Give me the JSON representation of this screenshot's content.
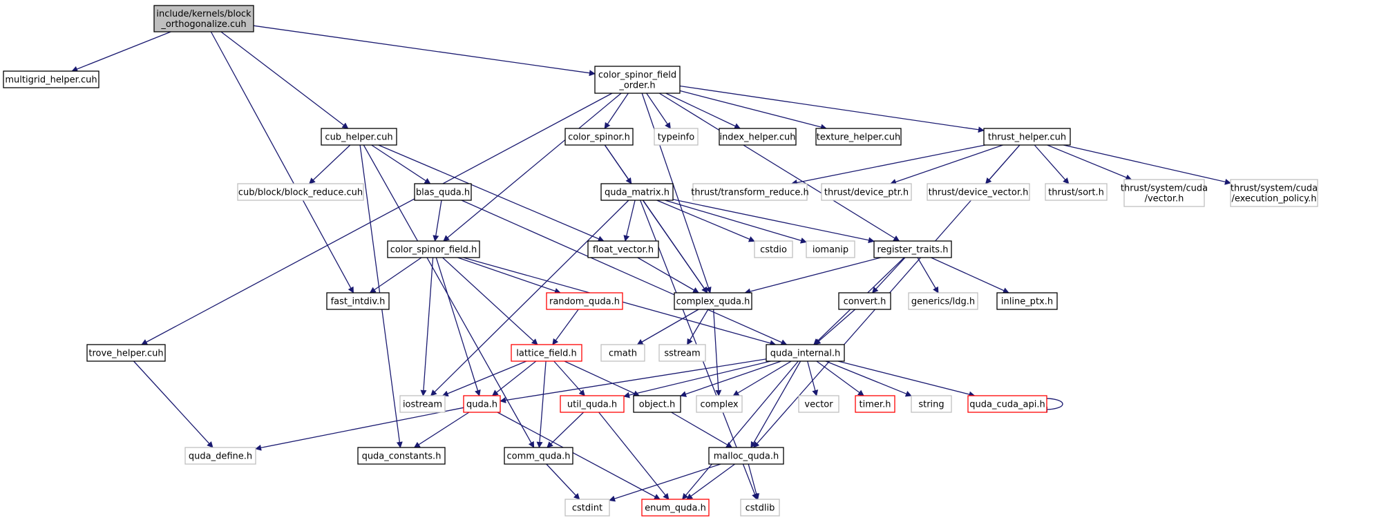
{
  "diagram": {
    "type": "include dependency graph",
    "colors": {
      "edge": "#191970",
      "documented_border": "#000000",
      "external_border": "#bfbfbf",
      "missing_border": "#ff0000",
      "root_fill": "#bfbfbf",
      "node_fill": "#ffffff"
    },
    "nodes": [
      {
        "id": "root",
        "lines": [
          "include/kernels/block",
          "_orthogonalize.cuh"
        ],
        "kind": "root"
      },
      {
        "id": "multigrid",
        "lines": [
          "multigrid_helper.cuh"
        ],
        "kind": "documented"
      },
      {
        "id": "csfo",
        "lines": [
          "color_spinor_field",
          "_order.h"
        ],
        "kind": "documented"
      },
      {
        "id": "cub_helper",
        "lines": [
          "cub_helper.cuh"
        ],
        "kind": "documented"
      },
      {
        "id": "color_spinor",
        "lines": [
          "color_spinor.h"
        ],
        "kind": "documented"
      },
      {
        "id": "typeinfo",
        "lines": [
          "typeinfo"
        ],
        "kind": "external"
      },
      {
        "id": "index_helper",
        "lines": [
          "index_helper.cuh"
        ],
        "kind": "documented"
      },
      {
        "id": "texture_helper",
        "lines": [
          "texture_helper.cuh"
        ],
        "kind": "documented"
      },
      {
        "id": "thrust_helper",
        "lines": [
          "thrust_helper.cuh"
        ],
        "kind": "documented"
      },
      {
        "id": "cub_block_reduce",
        "lines": [
          "cub/block/block_reduce.cuh"
        ],
        "kind": "external"
      },
      {
        "id": "blas_quda",
        "lines": [
          "blas_quda.h"
        ],
        "kind": "documented"
      },
      {
        "id": "quda_matrix",
        "lines": [
          "quda_matrix.h"
        ],
        "kind": "documented"
      },
      {
        "id": "thrust_transform_reduce",
        "lines": [
          "thrust/transform_reduce.h"
        ],
        "kind": "external"
      },
      {
        "id": "thrust_device_ptr",
        "lines": [
          "thrust/device_ptr.h"
        ],
        "kind": "external"
      },
      {
        "id": "thrust_device_vector",
        "lines": [
          "thrust/device_vector.h"
        ],
        "kind": "external"
      },
      {
        "id": "thrust_sort",
        "lines": [
          "thrust/sort.h"
        ],
        "kind": "external"
      },
      {
        "id": "thrust_system_vector",
        "lines": [
          "thrust/system/cuda",
          "/vector.h"
        ],
        "kind": "external"
      },
      {
        "id": "thrust_system_exec",
        "lines": [
          "thrust/system/cuda",
          "/execution_policy.h"
        ],
        "kind": "external"
      },
      {
        "id": "color_spinor_field",
        "lines": [
          "color_spinor_field.h"
        ],
        "kind": "documented"
      },
      {
        "id": "float_vector",
        "lines": [
          "float_vector.h"
        ],
        "kind": "documented"
      },
      {
        "id": "cstdio",
        "lines": [
          "cstdio"
        ],
        "kind": "external"
      },
      {
        "id": "iomanip",
        "lines": [
          "iomanip"
        ],
        "kind": "external"
      },
      {
        "id": "register_traits",
        "lines": [
          "register_traits.h"
        ],
        "kind": "documented"
      },
      {
        "id": "fast_intdiv",
        "lines": [
          "fast_intdiv.h"
        ],
        "kind": "documented"
      },
      {
        "id": "random_quda",
        "lines": [
          "random_quda.h"
        ],
        "kind": "missing"
      },
      {
        "id": "complex_quda",
        "lines": [
          "complex_quda.h"
        ],
        "kind": "documented"
      },
      {
        "id": "convert",
        "lines": [
          "convert.h"
        ],
        "kind": "documented"
      },
      {
        "id": "generics_ldg",
        "lines": [
          "generics/ldg.h"
        ],
        "kind": "external"
      },
      {
        "id": "inline_ptx",
        "lines": [
          "inline_ptx.h"
        ],
        "kind": "documented"
      },
      {
        "id": "trove_helper",
        "lines": [
          "trove_helper.cuh"
        ],
        "kind": "documented"
      },
      {
        "id": "lattice_field",
        "lines": [
          "lattice_field.h"
        ],
        "kind": "missing"
      },
      {
        "id": "cmath",
        "lines": [
          "cmath"
        ],
        "kind": "external"
      },
      {
        "id": "sstream",
        "lines": [
          "sstream"
        ],
        "kind": "external"
      },
      {
        "id": "quda_internal",
        "lines": [
          "quda_internal.h"
        ],
        "kind": "documented"
      },
      {
        "id": "iostream",
        "lines": [
          "iostream"
        ],
        "kind": "external"
      },
      {
        "id": "quda",
        "lines": [
          "quda.h"
        ],
        "kind": "missing"
      },
      {
        "id": "util_quda",
        "lines": [
          "util_quda.h"
        ],
        "kind": "missing"
      },
      {
        "id": "object",
        "lines": [
          "object.h"
        ],
        "kind": "documented"
      },
      {
        "id": "complex",
        "lines": [
          "complex"
        ],
        "kind": "external"
      },
      {
        "id": "vector",
        "lines": [
          "vector"
        ],
        "kind": "external"
      },
      {
        "id": "timer",
        "lines": [
          "timer.h"
        ],
        "kind": "missing"
      },
      {
        "id": "string",
        "lines": [
          "string"
        ],
        "kind": "external"
      },
      {
        "id": "quda_cuda_api",
        "lines": [
          "quda_cuda_api.h"
        ],
        "kind": "missing"
      },
      {
        "id": "quda_define",
        "lines": [
          "quda_define.h"
        ],
        "kind": "external"
      },
      {
        "id": "quda_constants",
        "lines": [
          "quda_constants.h"
        ],
        "kind": "documented"
      },
      {
        "id": "comm_quda",
        "lines": [
          "comm_quda.h"
        ],
        "kind": "documented"
      },
      {
        "id": "malloc_quda",
        "lines": [
          "malloc_quda.h"
        ],
        "kind": "documented"
      },
      {
        "id": "cstdint",
        "lines": [
          "cstdint"
        ],
        "kind": "external"
      },
      {
        "id": "enum_quda",
        "lines": [
          "enum_quda.h"
        ],
        "kind": "missing"
      },
      {
        "id": "cstdlib",
        "lines": [
          "cstdlib"
        ],
        "kind": "external"
      }
    ],
    "edges": [
      [
        "root",
        "multigrid"
      ],
      [
        "root",
        "csfo"
      ],
      [
        "root",
        "cub_helper"
      ],
      [
        "root",
        "fast_intdiv"
      ],
      [
        "csfo",
        "color_spinor"
      ],
      [
        "csfo",
        "typeinfo"
      ],
      [
        "csfo",
        "index_helper"
      ],
      [
        "csfo",
        "texture_helper"
      ],
      [
        "csfo",
        "thrust_helper"
      ],
      [
        "csfo",
        "trove_helper"
      ],
      [
        "csfo",
        "color_spinor_field"
      ],
      [
        "csfo",
        "complex_quda"
      ],
      [
        "csfo",
        "register_traits"
      ],
      [
        "cub_helper",
        "cub_block_reduce"
      ],
      [
        "cub_helper",
        "blas_quda"
      ],
      [
        "cub_helper",
        "float_vector"
      ],
      [
        "cub_helper",
        "quda_constants"
      ],
      [
        "cub_helper",
        "comm_quda"
      ],
      [
        "color_spinor",
        "quda_matrix"
      ],
      [
        "color_spinor",
        "complex_quda"
      ],
      [
        "thrust_helper",
        "thrust_transform_reduce"
      ],
      [
        "thrust_helper",
        "thrust_device_ptr"
      ],
      [
        "thrust_helper",
        "thrust_device_vector"
      ],
      [
        "thrust_helper",
        "thrust_sort"
      ],
      [
        "thrust_helper",
        "thrust_system_vector"
      ],
      [
        "thrust_helper",
        "thrust_system_exec"
      ],
      [
        "thrust_helper",
        "malloc_quda"
      ],
      [
        "blas_quda",
        "color_spinor_field"
      ],
      [
        "blas_quda",
        "quda_internal"
      ],
      [
        "quda_matrix",
        "float_vector"
      ],
      [
        "quda_matrix",
        "cstdio"
      ],
      [
        "quda_matrix",
        "iomanip"
      ],
      [
        "quda_matrix",
        "register_traits"
      ],
      [
        "quda_matrix",
        "complex_quda"
      ],
      [
        "quda_matrix",
        "iostream"
      ],
      [
        "quda_matrix",
        "cstdlib"
      ],
      [
        "color_spinor_field",
        "fast_intdiv"
      ],
      [
        "color_spinor_field",
        "random_quda"
      ],
      [
        "color_spinor_field",
        "lattice_field"
      ],
      [
        "color_spinor_field",
        "iostream"
      ],
      [
        "color_spinor_field",
        "quda"
      ],
      [
        "color_spinor_field",
        "quda_internal"
      ],
      [
        "float_vector",
        "complex_quda"
      ],
      [
        "register_traits",
        "complex_quda"
      ],
      [
        "register_traits",
        "convert"
      ],
      [
        "register_traits",
        "generics_ldg"
      ],
      [
        "register_traits",
        "inline_ptx"
      ],
      [
        "register_traits",
        "quda_internal"
      ],
      [
        "random_quda",
        "lattice_field"
      ],
      [
        "complex_quda",
        "cmath"
      ],
      [
        "complex_quda",
        "sstream"
      ],
      [
        "complex_quda",
        "complex"
      ],
      [
        "convert",
        "quda_internal"
      ],
      [
        "trove_helper",
        "quda_define"
      ],
      [
        "lattice_field",
        "iostream"
      ],
      [
        "lattice_field",
        "quda"
      ],
      [
        "lattice_field",
        "util_quda"
      ],
      [
        "lattice_field",
        "object"
      ],
      [
        "lattice_field",
        "comm_quda"
      ],
      [
        "quda_internal",
        "quda"
      ],
      [
        "quda_internal",
        "util_quda"
      ],
      [
        "quda_internal",
        "object"
      ],
      [
        "quda_internal",
        "complex"
      ],
      [
        "quda_internal",
        "vector"
      ],
      [
        "quda_internal",
        "timer"
      ],
      [
        "quda_internal",
        "string"
      ],
      [
        "quda_internal",
        "quda_cuda_api"
      ],
      [
        "quda_internal",
        "malloc_quda"
      ],
      [
        "quda_internal",
        "enum_quda"
      ],
      [
        "quda_cuda_api",
        "quda_cuda_api"
      ],
      [
        "quda",
        "quda_define"
      ],
      [
        "quda",
        "quda_constants"
      ],
      [
        "quda",
        "enum_quda"
      ],
      [
        "util_quda",
        "comm_quda"
      ],
      [
        "util_quda",
        "enum_quda"
      ],
      [
        "object",
        "malloc_quda"
      ],
      [
        "comm_quda",
        "cstdint"
      ],
      [
        "malloc_quda",
        "cstdint"
      ],
      [
        "malloc_quda",
        "enum_quda"
      ],
      [
        "malloc_quda",
        "cstdlib"
      ]
    ]
  }
}
